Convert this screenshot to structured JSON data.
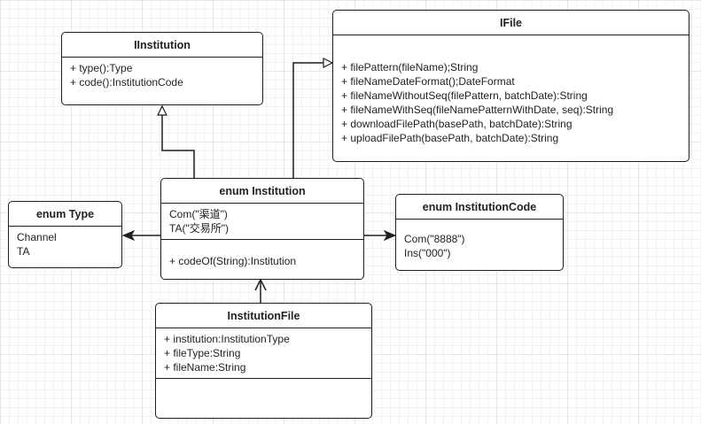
{
  "institution_iface": {
    "title": "IInstitution",
    "methods": [
      "+ type():Type",
      "+ code():InstitutionCode"
    ]
  },
  "ifile": {
    "title": "IFile",
    "methods": [
      "+ filePattern(fileName);String",
      "+ fileNameDateFormat();DateFormat",
      "+ fileNameWithoutSeq(filePattern, batchDate):String",
      "+ fileNameWithSeq(fileNamePatternWithDate, seq):String",
      "+ downloadFilePath(basePath, batchDate):String",
      "+ uploadFilePath(basePath, batchDate):String"
    ]
  },
  "enum_institution": {
    "title": "enum Institution",
    "values": [
      "Com(\"渠道\")",
      "TA(\"交易所\")"
    ],
    "methods": [
      "+ codeOf(String):Institution"
    ]
  },
  "enum_type": {
    "title": "enum Type",
    "values": [
      "Channel",
      "TA"
    ]
  },
  "enum_code": {
    "title": "enum InstitutionCode",
    "values": [
      "Com(\"8888\")",
      "Ins(\"000\")"
    ]
  },
  "institution_file": {
    "title": "InstitutionFile",
    "fields": [
      "+ institution:InstitutionType",
      "+ fileType:String",
      "+ fileName:String"
    ]
  },
  "colors": {
    "line": "#1e1e1e",
    "grid": "#e6e6e6"
  }
}
